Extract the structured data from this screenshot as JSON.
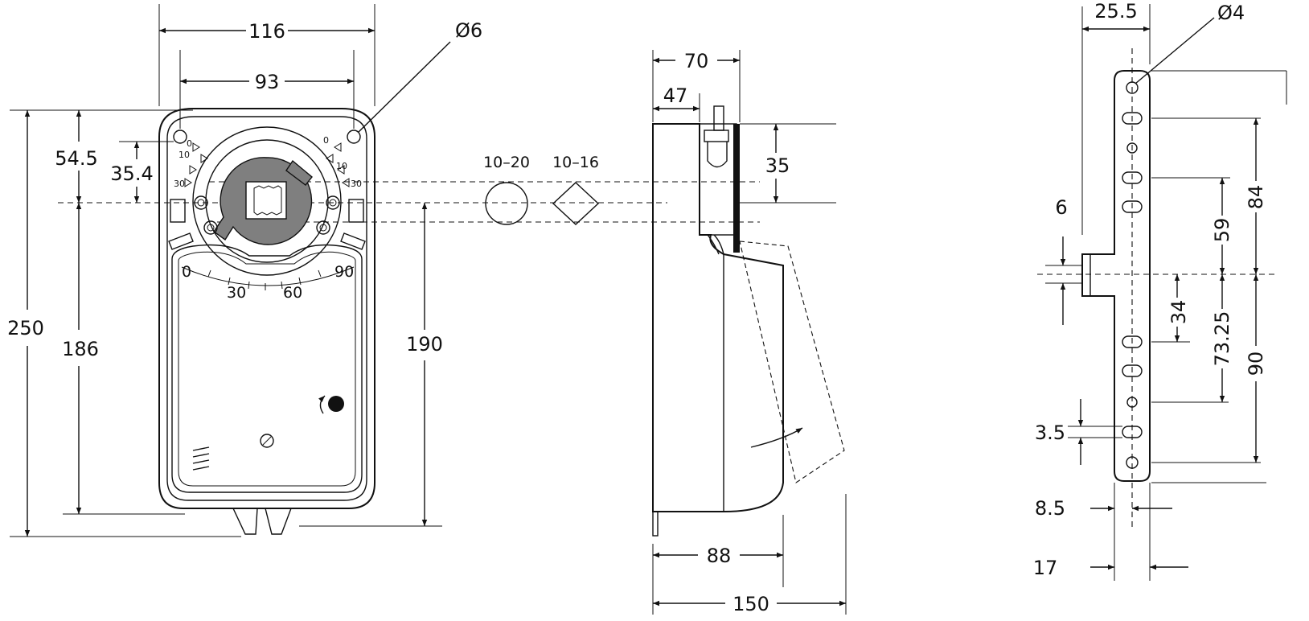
{
  "front_view": {
    "width_overall": "116",
    "hole_spacing": "93",
    "hole_diameter": "Ø6",
    "offset_top_outer": "54.5",
    "offset_top_inner": "35.4",
    "height_overall": "250",
    "height_lower": "186",
    "height_right": "190",
    "shaft_round": "10–20",
    "shaft_square": "10–16"
  },
  "side_view": {
    "depth_top": "70",
    "depth_inner": "47",
    "shaft_height": "35",
    "depth_body": "88",
    "depth_overall": "150"
  },
  "bracket_view": {
    "offset": "25.5",
    "hole_diameter": "Ø4",
    "tab_width": "6",
    "spacing_84": "84",
    "spacing_59": "59",
    "spacing_34": "34",
    "spacing_73_25": "73.25",
    "spacing_90": "90",
    "slot_width": "3.5",
    "bottom_8_5": "8.5",
    "bottom_17": "17"
  },
  "scale_marks": {
    "rotor_left": [
      "30",
      "10",
      "0"
    ],
    "rotor_right": [
      "0",
      "10",
      "30"
    ],
    "dial": [
      "0",
      "30",
      "60",
      "90"
    ]
  }
}
